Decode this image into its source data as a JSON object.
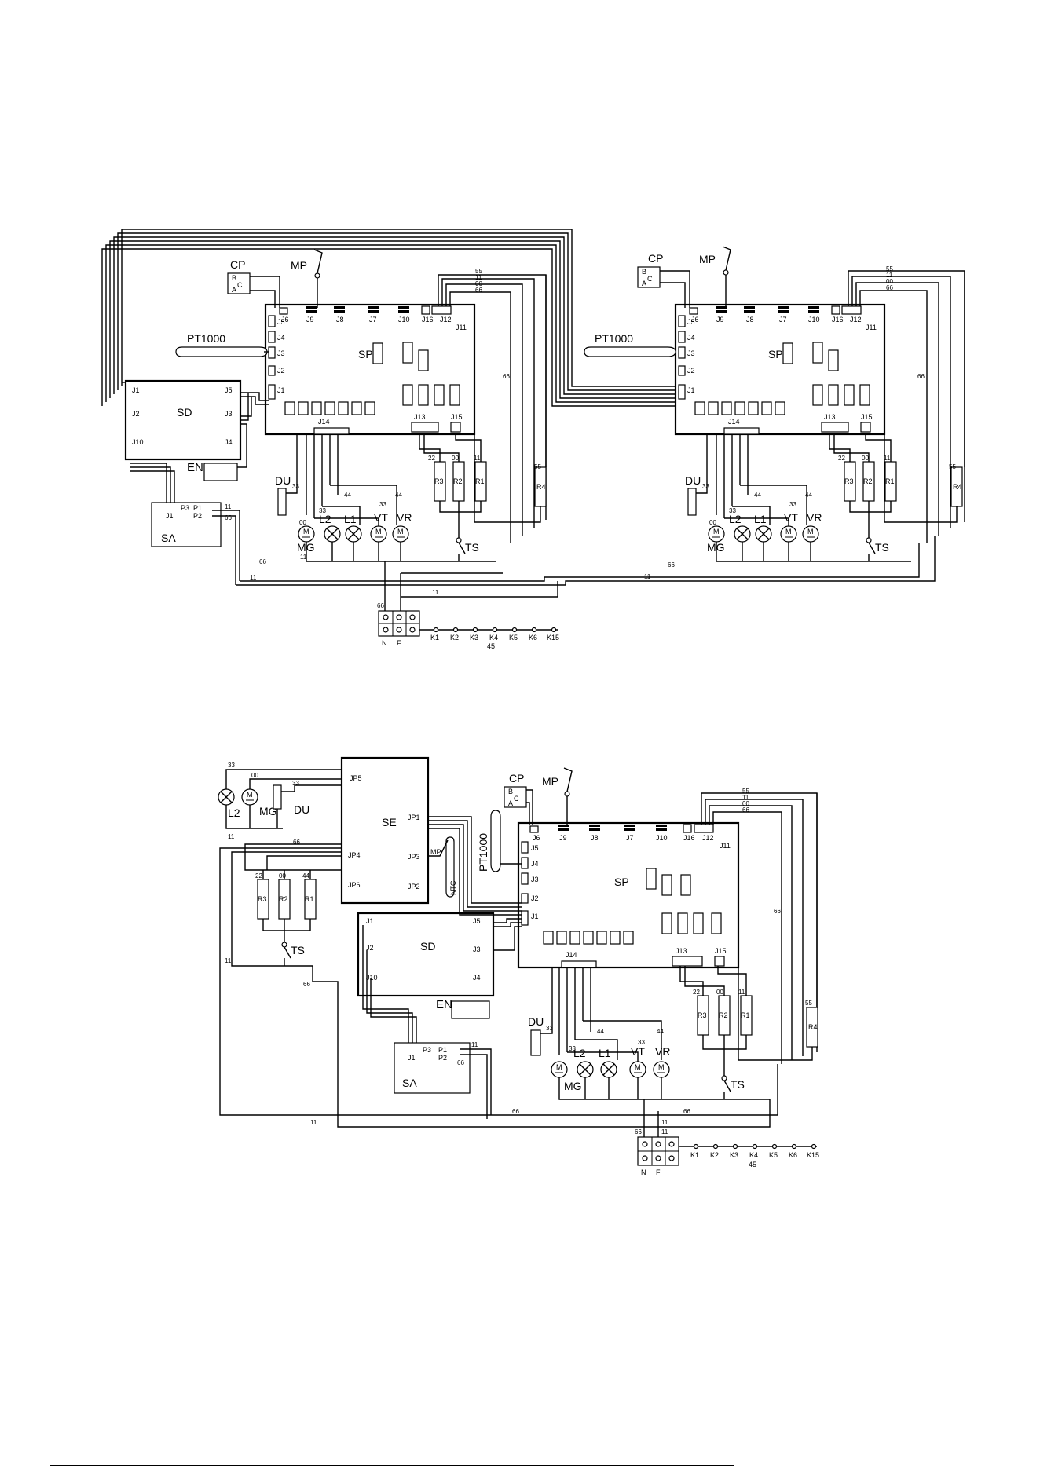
{
  "colors": {
    "ink": "#000000",
    "paper": "#ffffff"
  },
  "labels": {
    "cp": "CP",
    "mp": "MP",
    "sp": "SP",
    "sd": "SD",
    "sa": "SA",
    "se": "SE",
    "en": "EN",
    "du": "DU",
    "ts": "TS",
    "mg": "MG",
    "vt": "VT",
    "vr": "VR",
    "l1": "L1",
    "l2": "L2",
    "r1": "R1",
    "r2": "R2",
    "r3": "R3",
    "r4": "R4",
    "pt1000": "PT1000",
    "ntc": "NTC",
    "m": "M",
    "n": "N",
    "f": "F",
    "cp_b": "B",
    "cp_c": "C",
    "cp_a": "A"
  },
  "connectors": {
    "sp": [
      "J6",
      "J9",
      "J8",
      "J7",
      "J10",
      "J16",
      "J12",
      "J11",
      "J5",
      "J4",
      "J3",
      "J2",
      "J1",
      "J14",
      "J13",
      "J15"
    ],
    "sd": [
      "J1",
      "J2",
      "J10",
      "J5",
      "J3",
      "J4"
    ],
    "sa": [
      "J1",
      "P3",
      "P1",
      "P2"
    ],
    "se": [
      "JP5",
      "JP1",
      "JP4",
      "JP3",
      "JP6",
      "JP2"
    ]
  },
  "wire_codes": [
    "55",
    "11",
    "00",
    "66",
    "33",
    "44",
    "22"
  ],
  "k_terminals": [
    "K1",
    "K2",
    "K3",
    "K4",
    "K5",
    "K6",
    "K15"
  ],
  "k_bus_code": "45"
}
